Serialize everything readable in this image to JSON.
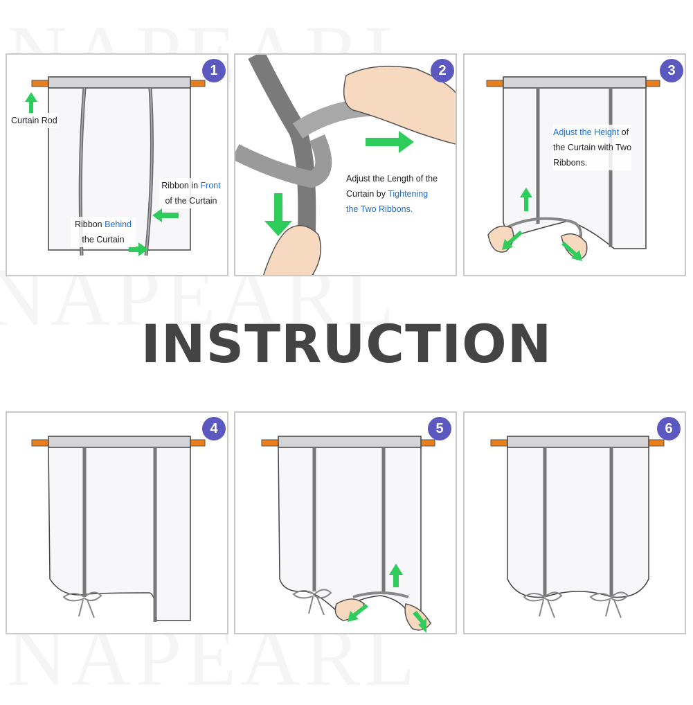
{
  "title": "INSTRUCTION",
  "watermark": "NAPEARL",
  "colors": {
    "badge": "#5b58bf",
    "arrow": "#2ecc5a",
    "rod": "#e87f1c",
    "highlight": "#1f6fce",
    "ribbon": "#8a8a8a"
  },
  "steps": [
    {
      "number": "1",
      "labels": {
        "rod": "Curtain Rod",
        "front_pre": "Ribbon in ",
        "front_hl": "Front",
        "front_post": "of the Curtain",
        "behind_pre": "Ribbon ",
        "behind_hl": "Behind",
        "behind_post": "the Curtain"
      }
    },
    {
      "number": "2",
      "labels": {
        "line1": "Adjust the Length of the",
        "line2_pre": "Curtain by ",
        "line2_hl": "Tightening",
        "line3_hl": "the Two Ribbons."
      }
    },
    {
      "number": "3",
      "labels": {
        "line1_hl": "Adjust the Height",
        "line1_post": " of",
        "line2": "the Curtain with Two",
        "line3": "Ribbons."
      }
    },
    {
      "number": "4"
    },
    {
      "number": "5"
    },
    {
      "number": "6"
    }
  ]
}
